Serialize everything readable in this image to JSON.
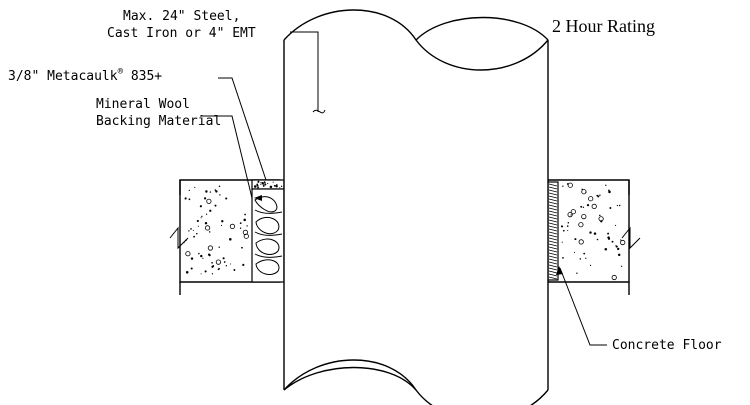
{
  "labels": {
    "pipe_line1": "Max. 24\" Steel,",
    "pipe_line2": "Cast Iron or 4\" EMT",
    "metacaulk_prefix": "3/8\" Metacaulk",
    "metacaulk_reg": "®",
    "metacaulk_suffix": " 835+",
    "wool_line1": "Mineral Wool",
    "wool_line2": "Backing Material",
    "concrete": "Concrete Floor",
    "rating": "2 Hour Rating"
  }
}
